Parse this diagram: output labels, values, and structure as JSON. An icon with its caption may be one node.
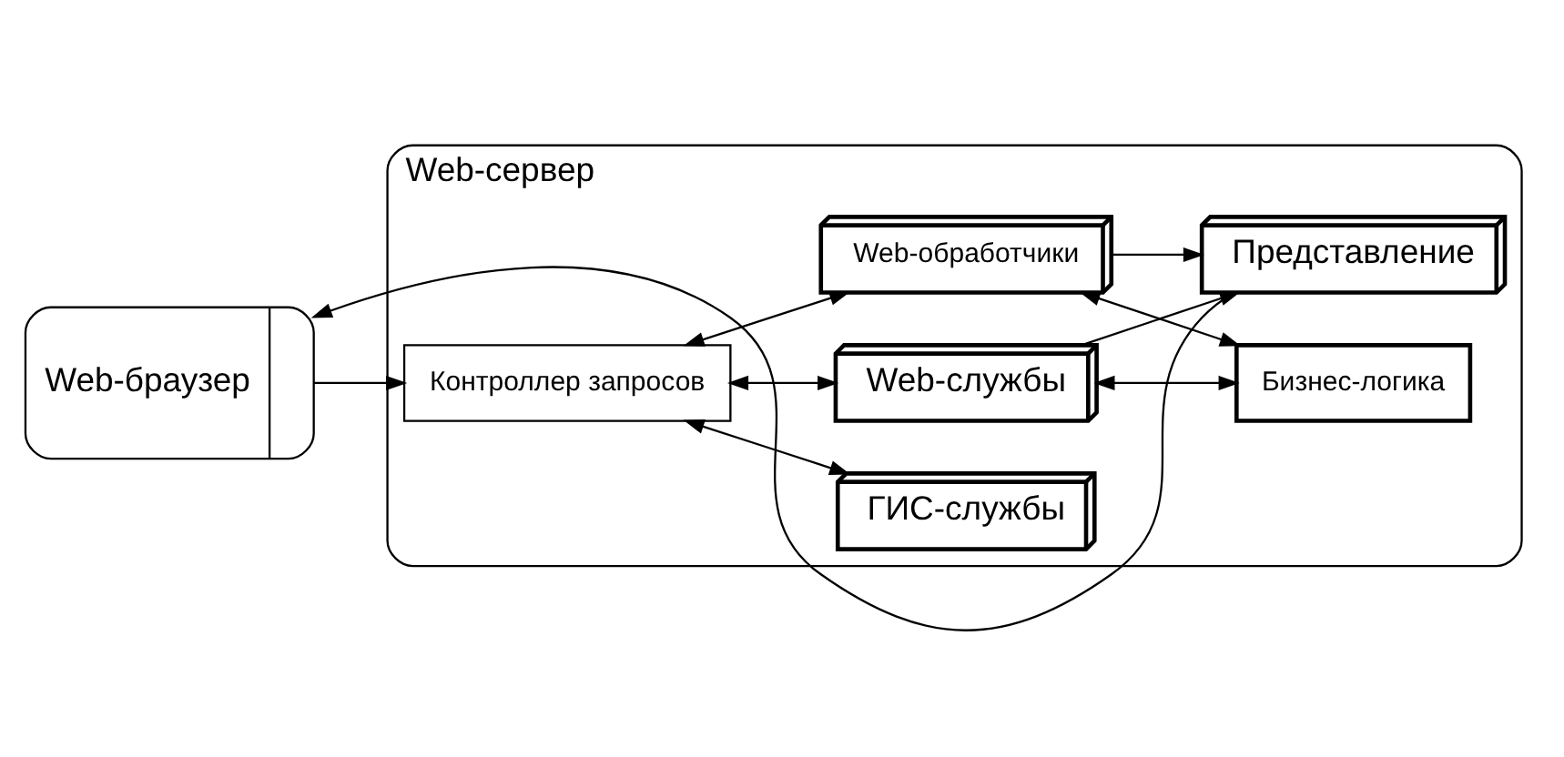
{
  "diagram": {
    "nodes": [
      {
        "text": [
          "Web-сервер"
        ]
      },
      {
        "text": [
          "Web-браузер"
        ]
      },
      {
        "text": [
          "Контроллер запросов"
        ],
        "in": 0
      },
      {
        "text": [
          "ГИС-службы"
        ],
        "in": 0
      },
      {
        "text": [
          "Web-службы"
        ],
        "in": 0
      },
      {
        "text": [
          "Бизнес-логика"
        ],
        "in": 0
      },
      {
        "text": [
          "Web-обработчики"
        ],
        "in": 0
      },
      {
        "text": [
          "Представление"
        ],
        "in": 0
      }
    ],
    "edges": [
      {
        "from": 1,
        "to": 2,
        "arrow": "to"
      },
      {
        "from": 2,
        "to": 3,
        "arrow": "both"
      },
      {
        "from": 2,
        "to": 4,
        "arrow": "both"
      },
      {
        "from": 4,
        "to": 5,
        "arrow": "both"
      },
      {
        "from": 2,
        "to": 6,
        "arrow": "both"
      },
      {
        "from": 6,
        "to": 5,
        "arrow": "both"
      },
      {
        "from": 6,
        "to": 7,
        "arrow": "to"
      },
      {
        "from": 4,
        "to": 7,
        "arrow": "to"
      },
      {
        "from": 7,
        "to": 1,
        "arrow": "to"
      }
    ]
  }
}
